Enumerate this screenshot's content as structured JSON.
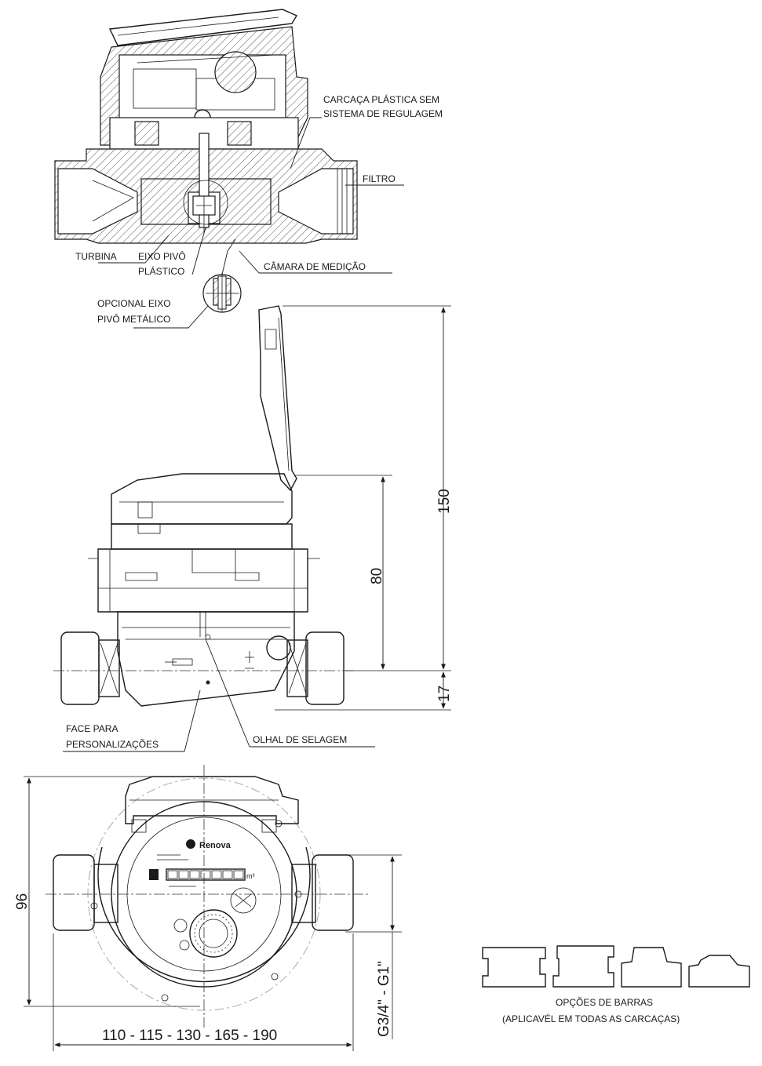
{
  "section_view": {
    "labels": {
      "housing_line1": "CARCAÇA PLÁSTICA SEM",
      "housing_line2": "SISTEMA DE REGULAGEM",
      "filter": "FILTRO",
      "turbine": "TURBINA",
      "pivot_line1": "EIXO PIVÔ",
      "pivot_line2": "PLÁSTICO",
      "chamber": "CÂMARA DE MEDIÇÃO",
      "optional_line1": "OPCIONAL EIXO",
      "optional_line2": "PIVÔ METÁLICO"
    }
  },
  "side_view": {
    "dimensions": {
      "total_height": "150",
      "body_height": "80",
      "axis_height": "17"
    },
    "labels": {
      "face_line1": "FACE PARA",
      "face_line2": "PERSONALIZAÇÕES",
      "seal_eye": "OLHAL DE SELAGEM"
    }
  },
  "top_view": {
    "brand": "Renova",
    "unit": "m³",
    "dimensions": {
      "width": "96",
      "lengths": "110 - 115 - 130 - 165 - 190",
      "thread": "G3/4\" - G1\""
    }
  },
  "bars_options": {
    "count": 4,
    "caption_line1": "OPÇÕES DE BARRAS",
    "caption_line2": "(APLICAVÉL EM TODAS AS CARCAÇAS)"
  }
}
